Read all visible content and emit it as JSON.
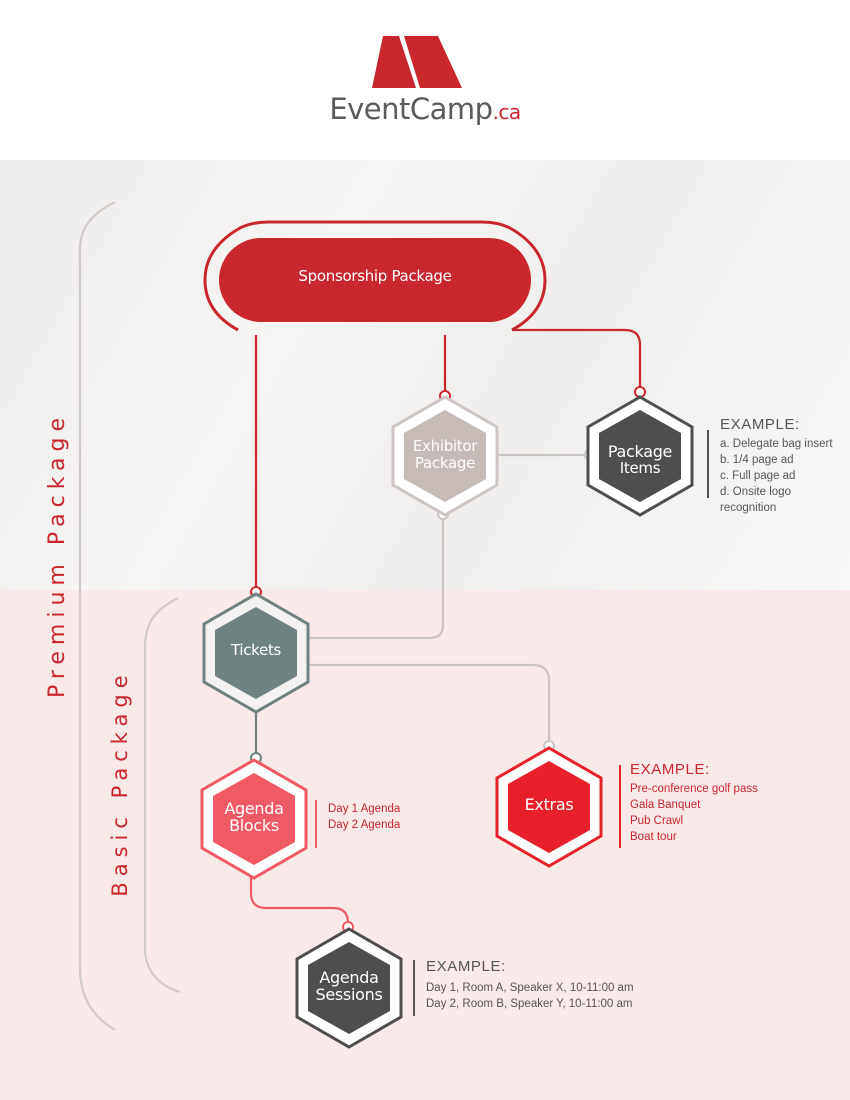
{
  "brand": {
    "name": "EventCamp",
    "tld": ".ca"
  },
  "side_labels": {
    "premium": "Premium Package",
    "basic": "Basic Package"
  },
  "nodes": {
    "sponsorship": "Sponsorship Package",
    "exhibitor": [
      "Exhibitor",
      "Package"
    ],
    "package_items": [
      "Package",
      "Items"
    ],
    "tickets": "Tickets",
    "agenda_blocks": [
      "Agenda",
      "Blocks"
    ],
    "extras": "Extras",
    "agenda_sessions": [
      "Agenda",
      "Sessions"
    ]
  },
  "examples": {
    "package_items": {
      "heading": "EXAMPLE:",
      "items": [
        "a. Delegate bag insert",
        "b. 1/4 page ad",
        "c. Full page ad",
        "d. Onsite logo recognition"
      ]
    },
    "extras": {
      "heading": "EXAMPLE:",
      "items": [
        "Pre-conference golf pass",
        "Gala Banquet",
        "Pub Crawl",
        "Boat tour"
      ]
    },
    "agenda_blocks": {
      "items": [
        "Day 1 Agenda",
        "Day 2 Agenda"
      ]
    },
    "agenda_sessions": {
      "heading": "EXAMPLE:",
      "items": [
        "Day 1, Room A, Speaker X,  10-11:00 am",
        "Day 2, Room B, Speaker Y,  10-11:00 am"
      ]
    }
  },
  "colors": {
    "red": "#c9272d",
    "dark_gray": "#505050",
    "slate": "#6f8282",
    "taupe": "#c7bbb8",
    "pink": "#ef5a64",
    "bright_red": "#e8202a",
    "connector_gray": "#c9c3c1",
    "accent_text_red": "#c9272d",
    "example_gray": "#555555"
  }
}
